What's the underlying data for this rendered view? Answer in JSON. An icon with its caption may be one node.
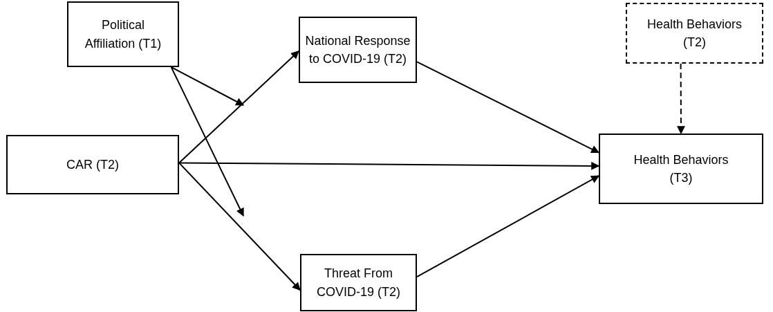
{
  "diagram": {
    "nodes": [
      {
        "text": [
          "Political Affiliation (T1)"
        ]
      },
      {
        "text": [
          "National Response to COVID-19 (T2)"
        ]
      },
      {
        "text": [
          "Health Behaviors (T2)"
        ]
      },
      {
        "text": [
          "CAR (T2)"
        ]
      },
      {
        "text": [
          "Health Behaviors (T3)"
        ]
      },
      {
        "text": [
          "Threat From COVID-19 (T2)"
        ]
      }
    ],
    "edges": [
      {
        "from": 3,
        "to": 1,
        "arrow": "to"
      },
      {
        "from": 3,
        "to": 4,
        "arrow": "to"
      },
      {
        "from": 3,
        "to": 5,
        "arrow": "to"
      },
      {
        "from": 1,
        "to": 4,
        "arrow": "to"
      },
      {
        "from": 5,
        "to": 4,
        "arrow": "to"
      },
      {
        "from": 2,
        "to": 4,
        "arrow": "to",
        "style": "dashed"
      },
      {
        "from": 0,
        "to": null,
        "arrow": "to"
      },
      {
        "from": 0,
        "to": null,
        "arrow": "to"
      }
    ]
  }
}
